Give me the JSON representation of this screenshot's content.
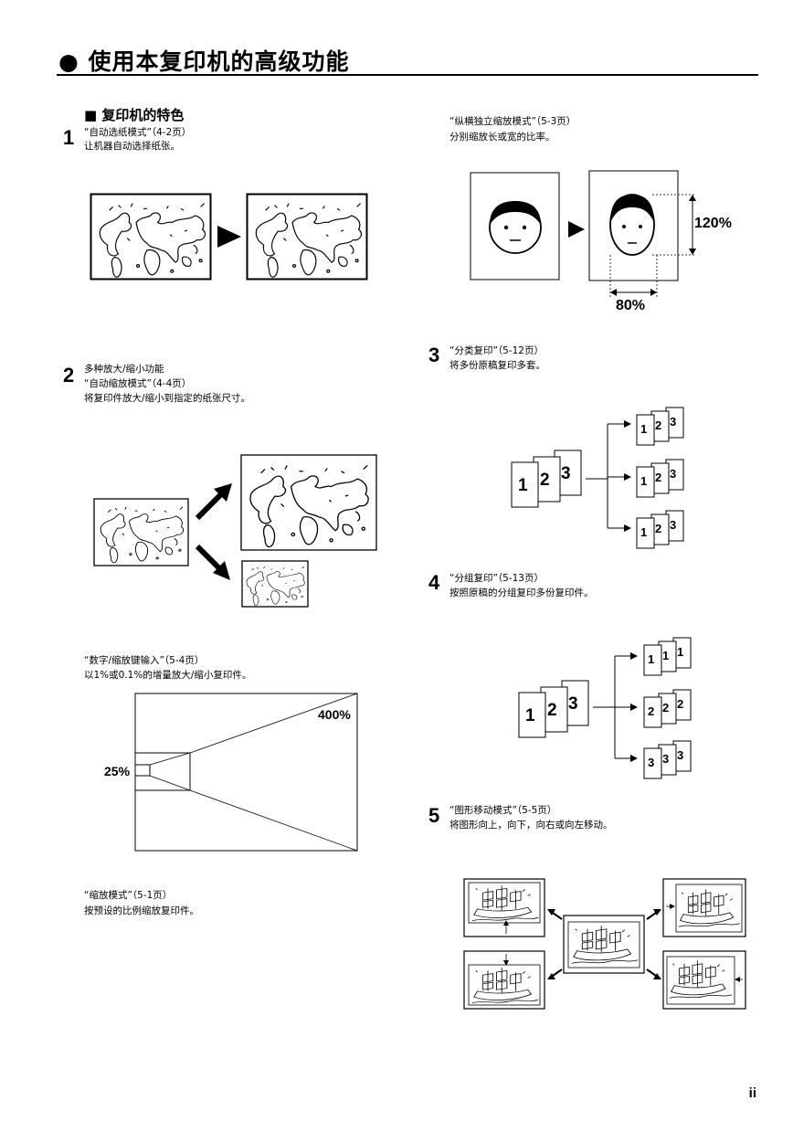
{
  "page": {
    "title": "● 使用本复印机的高级功能",
    "section_heading": "■ 复印机的特色",
    "page_number": "ii"
  },
  "features": {
    "f1": {
      "number": "1",
      "line1": "“自动选纸模式”（4-2页）",
      "line2": "让机器自动选择纸张。"
    },
    "f2": {
      "number": "2",
      "line1": "多种放大/缩小功能",
      "line2": "“自动缩放模式”（4-4页）",
      "line3": "将复印件放大/缩小到指定的纸张尺寸。"
    },
    "f2b": {
      "line1": "“数字/缩放键输入”（5-4页）",
      "line2": "以1%或0.1%的增量放大/缩小复印件。",
      "label_max": "400%",
      "label_min": "25%"
    },
    "f2c": {
      "line1": "“缩放模式”（5-1页）",
      "line2": "按预设的比例缩放复印件。"
    },
    "f2d": {
      "line1": "“纵横独立缩放模式”（5-3页）",
      "line2": "分别缩放长或宽的比率。",
      "label_height": "120%",
      "label_width": "80%"
    },
    "f3": {
      "number": "3",
      "line1": "“分类复印”（5-12页）",
      "line2": "将多份原稿复印多套。"
    },
    "f4": {
      "number": "4",
      "line1": "“分组复印”（5-13页）",
      "line2": "按照原稿的分组复印多份复印件。"
    },
    "f5": {
      "number": "5",
      "line1": "“图形移动模式”（5-5页）",
      "line2": "将图形向上，向下，向右或向左移动。"
    }
  },
  "sheet_numbers": {
    "one": "1",
    "two": "2",
    "three": "3"
  },
  "icons": [
    "world-map-icon",
    "play-arrow-icon",
    "face-icon",
    "ship-image-icon",
    "arrow-icon"
  ]
}
